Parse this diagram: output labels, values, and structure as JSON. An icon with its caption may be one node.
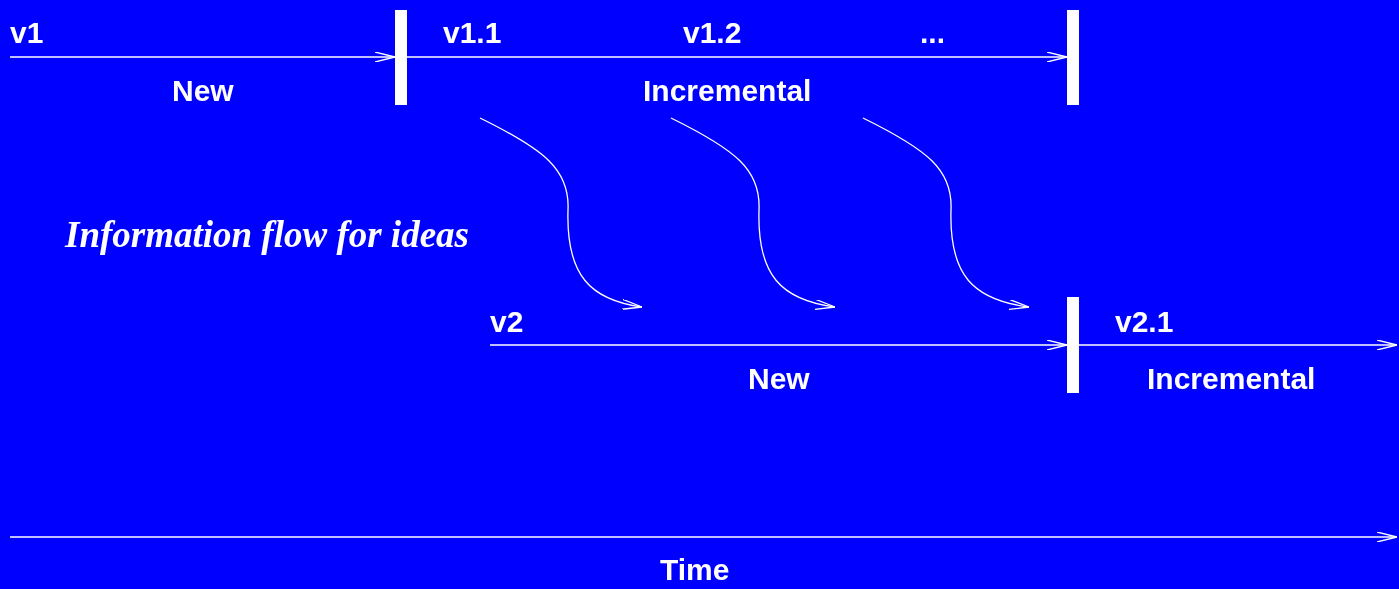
{
  "diagram": {
    "nodes": [
      {
        "text": [],
        "shape": "bar"
      },
      {
        "text": [],
        "shape": "bar"
      },
      {
        "text": [],
        "shape": "bar"
      }
    ],
    "edges": [
      {
        "from": null,
        "to": 0,
        "arrow": "to"
      },
      {
        "from": 0,
        "to": 1,
        "arrow": "to"
      },
      {
        "from": null,
        "to": 2,
        "arrow": "to"
      },
      {
        "from": 2,
        "to": null,
        "arrow": "to"
      }
    ],
    "labels": [
      "v1",
      "v1.1",
      "v1.2",
      "...",
      "New",
      "Incremental",
      "Information flow for ideas",
      "v2",
      "v2.1",
      "New",
      "Incremental",
      "Time"
    ]
  }
}
